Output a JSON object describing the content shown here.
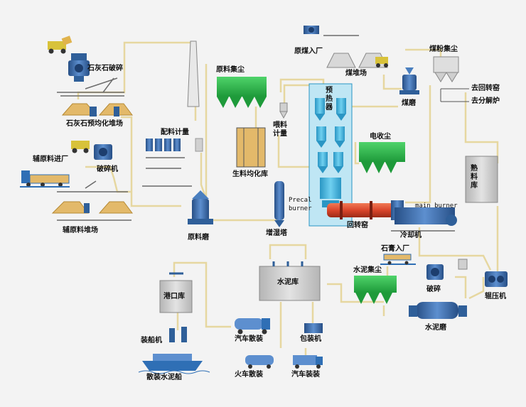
{
  "colors": {
    "background": "#f3f3f3",
    "flow_line": "#e6d7a0",
    "steel_blue": "#2f5f99",
    "dust_green": "#2db34a",
    "silo_gray": "#c9c9c9",
    "material_tan": "#e3b96a",
    "preheater_cyan": "#3aaed6",
    "kiln_red": "#d9452b",
    "truck_blue": "#2f6fb5"
  },
  "labels": {
    "limestone_crushing": "石灰石破碎",
    "limestone_prehomogenizing_yard": "石灰石预均化堆场",
    "aux_material_intake": "辅原料进厂",
    "crusher": "破碎机",
    "aux_material_yard": "辅原料堆场",
    "batching_metering": "配料计量",
    "raw_mill": "原料磨",
    "raw_material_dust_collector": "原料集尘",
    "raw_meal_homogenizing_silo": "生料均化库",
    "feed_metering": "喂料\n计量",
    "humidifying_tower": "增湿塔",
    "preheater": "预热器",
    "electrostatic_precipitator": "电收尘",
    "precalciner_burner": "Precal\nburner",
    "main_burner": "main burner",
    "rotary_kiln": "回转窑",
    "cooler": "冷却机",
    "raw_coal_intake": "原煤入厂",
    "coal_yard": "煤堆场",
    "coal_mill": "煤磨",
    "coal_powder_dust_collector": "煤粉集尘",
    "to_rotary_kiln": "去回转窑",
    "to_calciner": "去分解炉",
    "clinker_silo": "熟料库",
    "gypsum_intake": "石膏入厂",
    "crushing": "破碎",
    "roller_press": "辊压机",
    "cement_dust_collector": "水泥集尘",
    "cement_mill": "水泥磨",
    "cement_silo": "水泥库",
    "port_silo": "港口库",
    "ship_loader": "装船机",
    "bulk_cement_ship": "散装水泥船",
    "truck_bulk": "汽车散装",
    "packer": "包装机",
    "train_bulk": "火车散装",
    "truck_bagged": "汽车装装"
  }
}
